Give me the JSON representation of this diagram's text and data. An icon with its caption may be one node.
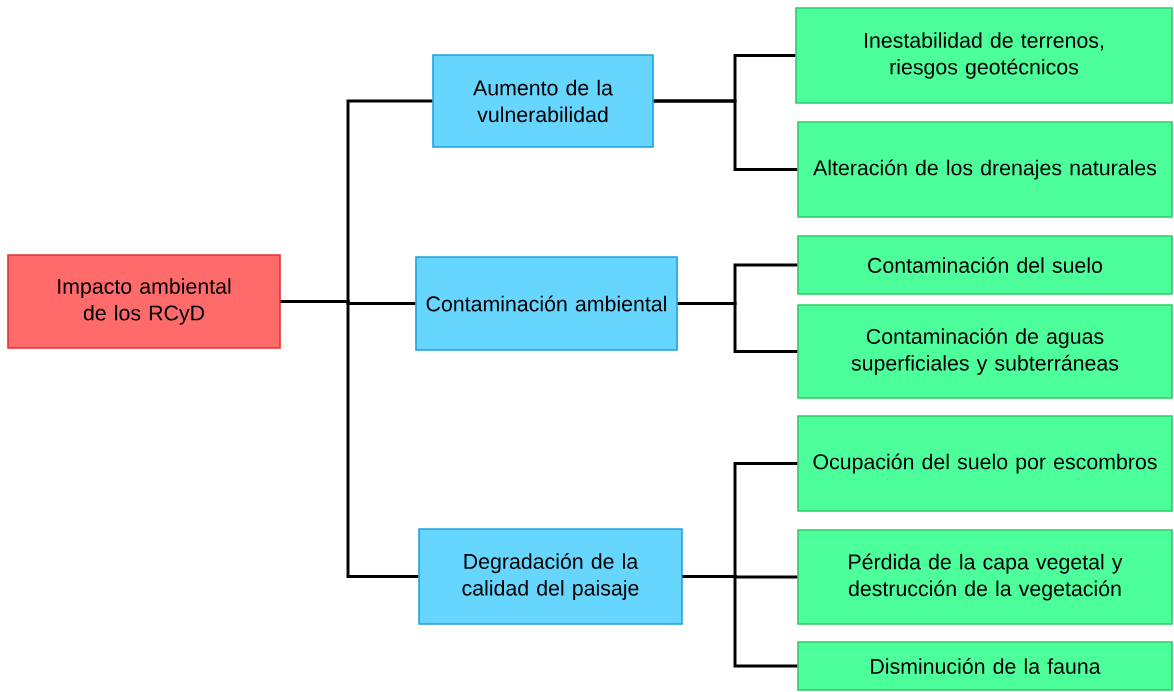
{
  "diagram": {
    "nodes": [
      {
        "text": [
          "Impacto ambiental de los RCyD"
        ]
      },
      {
        "text": [
          "Aumento de la vulnerabilidad"
        ]
      },
      {
        "text": [
          "Contaminación ambiental"
        ]
      },
      {
        "text": [
          "Degradación de la calidad del paisaje"
        ]
      },
      {
        "text": [
          "Inestabilidad de terrenos, riesgos geotécnicos"
        ]
      },
      {
        "text": [
          "Alteración de los drenajes naturales"
        ]
      },
      {
        "text": [
          "Contaminación del suelo"
        ]
      },
      {
        "text": [
          "Contaminación de aguas superficiales y subterráneas"
        ]
      },
      {
        "text": [
          "Ocupación del suelo por escombros"
        ]
      },
      {
        "text": [
          "Pérdida de la capa vegetal y destrucción de la vegetación"
        ]
      },
      {
        "text": [
          "Disminución de la fauna"
        ]
      }
    ],
    "edges": [
      {
        "from": 0,
        "to": 1,
        "arrow": "none"
      },
      {
        "from": 0,
        "to": 2,
        "arrow": "none"
      },
      {
        "from": 0,
        "to": 3,
        "arrow": "none"
      },
      {
        "from": 1,
        "to": 4,
        "arrow": "none"
      },
      {
        "from": 1,
        "to": 5,
        "arrow": "none"
      },
      {
        "from": 2,
        "to": 6,
        "arrow": "none"
      },
      {
        "from": 2,
        "to": 7,
        "arrow": "none"
      },
      {
        "from": 3,
        "to": 8,
        "arrow": "none"
      },
      {
        "from": 3,
        "to": 9,
        "arrow": "none"
      },
      {
        "from": 3,
        "to": 10,
        "arrow": "none"
      }
    ]
  }
}
